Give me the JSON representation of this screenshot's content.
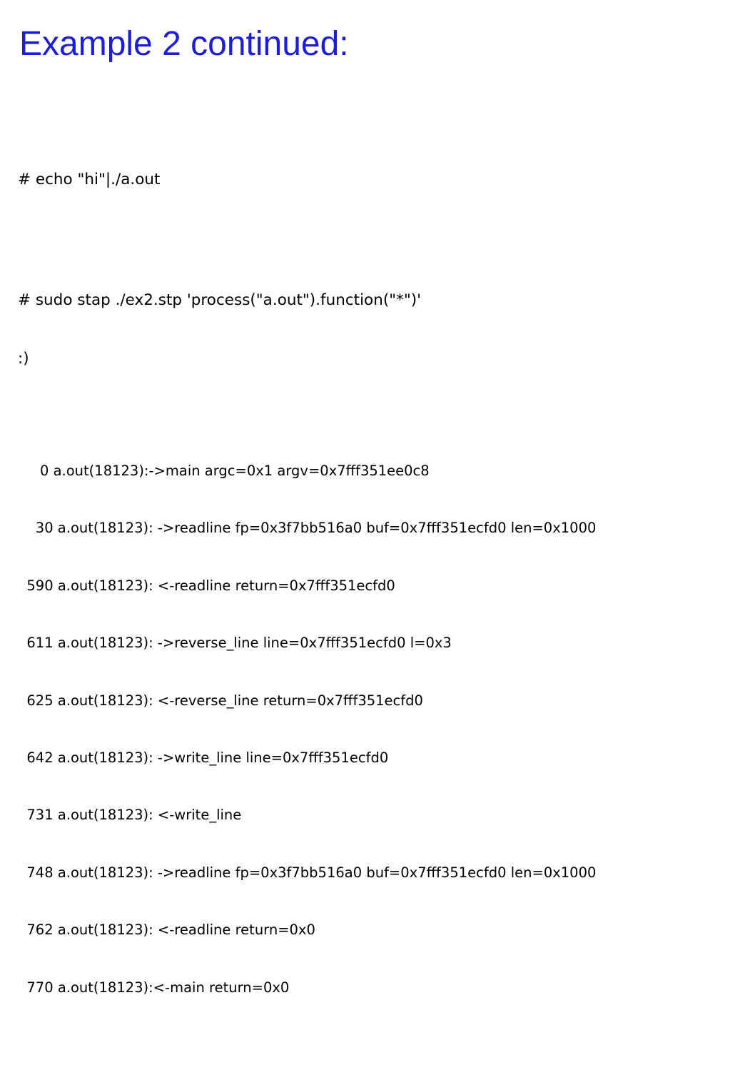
{
  "slide": {
    "title": "Example 2 continued:",
    "title_color": "#1c1cdc",
    "commands": [
      "# echo \"hi\"|./a.out",
      "# sudo stap ./ex2.stp 'process(\"a.out\").function(\"*\")'",
      ":)"
    ],
    "trace_lines": [
      "     0 a.out(18123):->main argc=0x1 argv=0x7fff351ee0c8",
      "    30 a.out(18123): ->readline fp=0x3f7bb516a0 buf=0x7fff351ecfd0 len=0x1000",
      "  590 a.out(18123): <-readline return=0x7fff351ecfd0",
      "  611 a.out(18123): ->reverse_line line=0x7fff351ecfd0 l=0x3",
      "  625 a.out(18123): <-reverse_line return=0x7fff351ecfd0",
      "  642 a.out(18123): ->write_line line=0x7fff351ecfd0",
      "  731 a.out(18123): <-write_line",
      "  748 a.out(18123): ->readline fp=0x3f7bb516a0 buf=0x7fff351ecfd0 len=0x1000",
      "  762 a.out(18123): <-readline return=0x0",
      "  770 a.out(18123):<-main return=0x0"
    ]
  }
}
